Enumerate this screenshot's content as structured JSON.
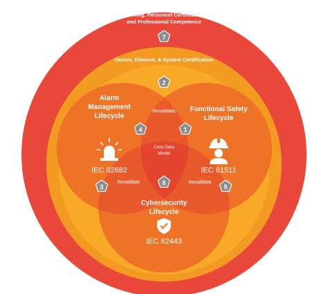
{
  "colors": {
    "outer_ring": "#e8473a",
    "middle_ring": "#f39a23",
    "inner_ring": "#f7a927",
    "circle_fill": "#ee7326",
    "overlap_fill": "#e85a2c",
    "center_fill": "#e4452f",
    "badge_fill": "#8c8c8c",
    "text": "#ffffff"
  },
  "rings": {
    "outer_title_line1": "Training, Personnel Certification",
    "outer_title_line2": "and Professional Competence",
    "middle_title": "Device, Element, & System Certification"
  },
  "circles": {
    "alarm": {
      "title_line1": "Alarm",
      "title_line2": "Management",
      "title_line3": "Lifecycle",
      "standard": "IEC 62682",
      "icon": "alarm-beacon-icon"
    },
    "safety": {
      "title_line1": "Functional Safety",
      "title_line2": "Lifecycle",
      "standard": "IEC 61511",
      "icon": "hard-hat-worker-icon"
    },
    "cyber": {
      "title_line1": "Cybersecurity",
      "title_line2": "Lifecycle",
      "standard": "IEC 62443",
      "icon": "shield-check-icon"
    }
  },
  "overlaps": {
    "top": "Revalidate",
    "left": "Revalidate",
    "right": "Revalidate",
    "center_line1": "Core Data",
    "center_line2": "Model"
  },
  "badges": [
    "1",
    "2",
    "3",
    "4",
    "5",
    "6",
    "7"
  ]
}
